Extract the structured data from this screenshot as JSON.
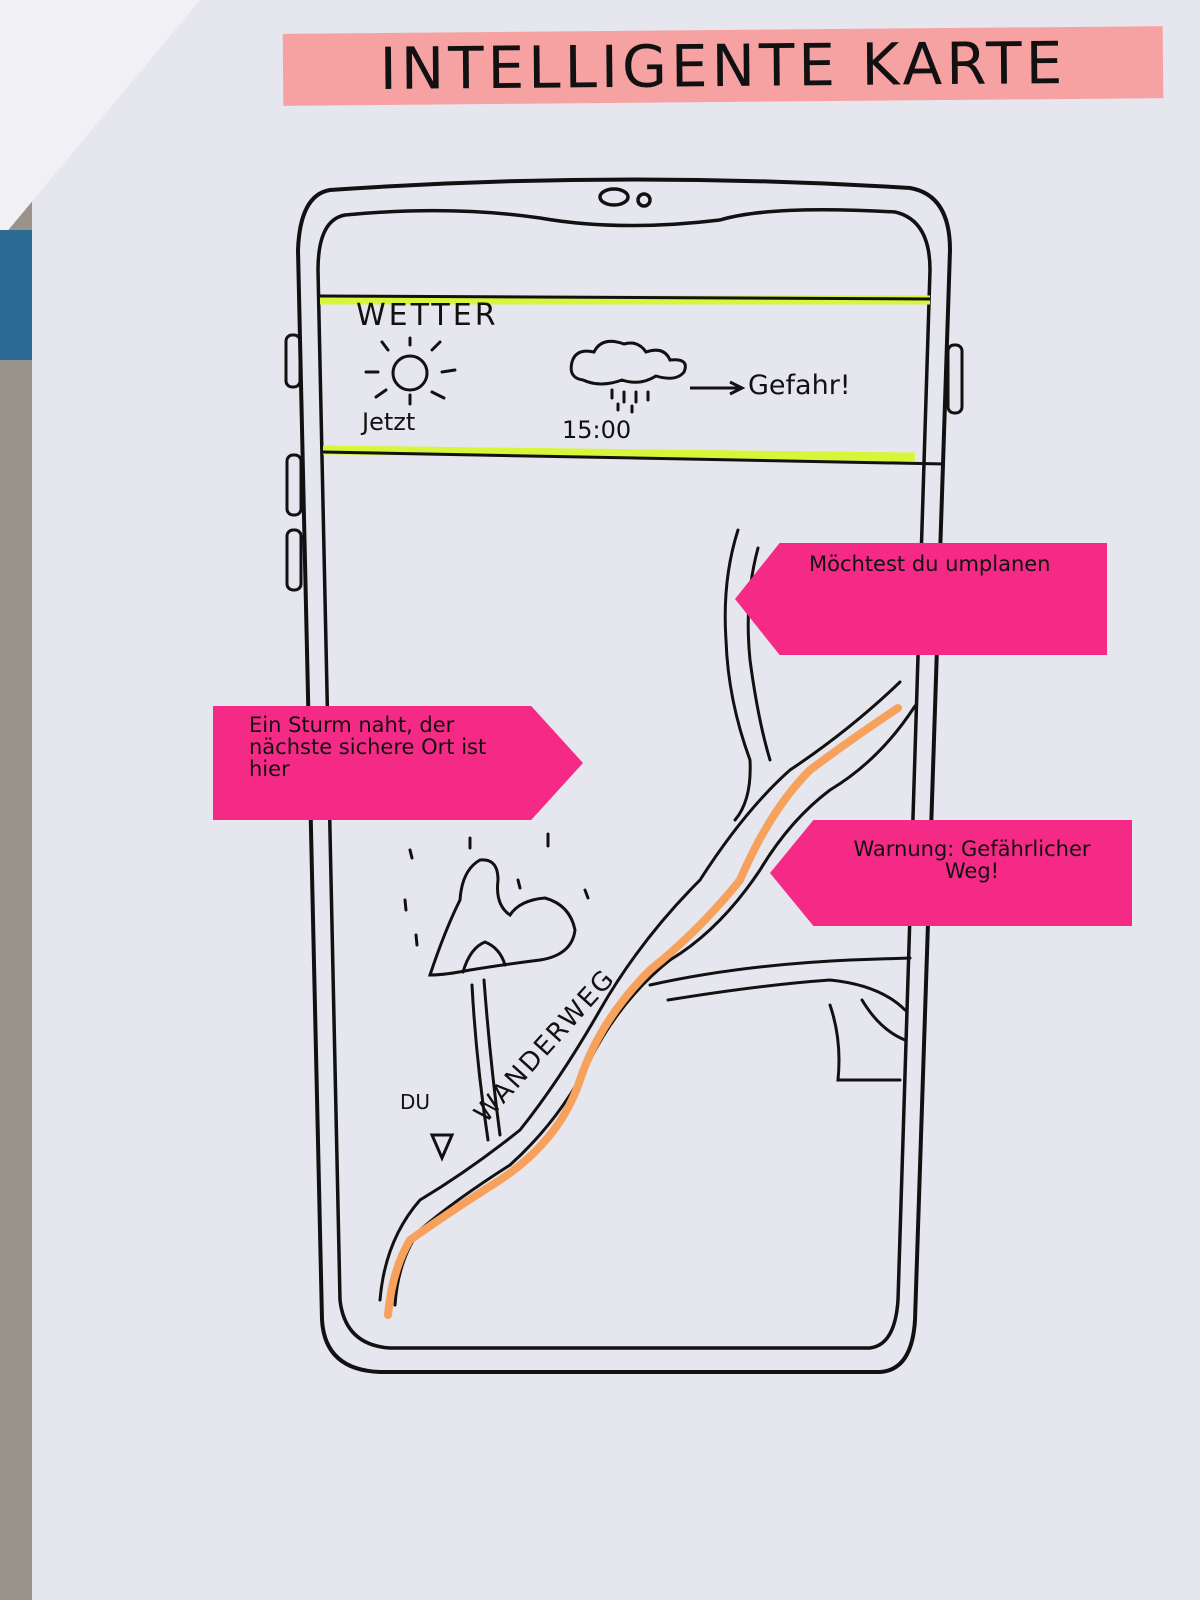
{
  "title": "INTELLIGENTE KARTE",
  "weather": {
    "heading": "WETTER",
    "now_label": "Jetzt",
    "later_time": "15:00",
    "warning": "Gefahr!"
  },
  "notes": {
    "storm": "Ein Sturm naht, der nächste sichere Ort ist hier",
    "replan": "Möchtest du umplanen",
    "warning": "Warnung: Gefährlicher Weg!"
  },
  "map": {
    "you_label": "DU",
    "trail_label": "WANDERWEG"
  },
  "colors": {
    "title_highlight": "#f7a2a2",
    "weather_bar": "#d8f53a",
    "sticky_note": "#f42a86",
    "trail": "#f7a25c"
  }
}
